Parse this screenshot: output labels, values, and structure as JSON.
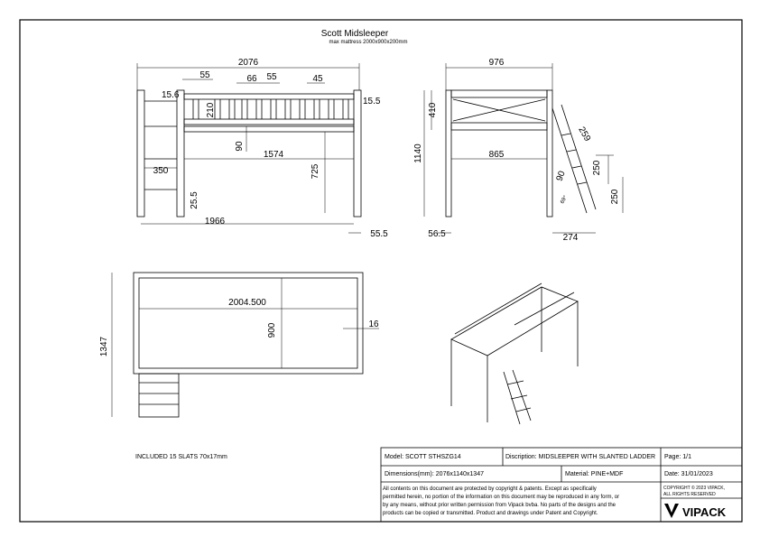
{
  "title": "Scott Midsleeper",
  "subtitle": "max mattress 2000x900x200mm",
  "front_view": {
    "overall_width": "2076",
    "slat_gap": "55",
    "rail_spacing_1": "66",
    "rail_spacing_2": "55",
    "rail_spacing_3": "45",
    "post_left": "15.6",
    "post_right": "15.5",
    "guard_height": "210",
    "rail_offset": "90",
    "inner_length": "1574",
    "ladder_width": "350",
    "deck_height": "725",
    "foot": "25.5",
    "base_length": "1966",
    "post_section": "55.5"
  },
  "side_view": {
    "overall_width": "976",
    "guard_height": "410",
    "total_height": "1140",
    "inner_width": "865",
    "ladder_length": "259",
    "ladder_step": "250",
    "ladder_angle": "90",
    "ladder_angle_b": "69°",
    "ladder_foot": "250",
    "post_section": "56.5",
    "ladder_base": "274"
  },
  "top_view": {
    "inner_length": "2004.500",
    "inner_width": "900",
    "total_depth": "1347",
    "rail": "16"
  },
  "notes": {
    "slats": "INCLUDED 15 SLATS  70x17mm"
  },
  "title_block": {
    "model": "Model: SCOTT STHSZG14",
    "description": "Discription: MIDSLEEPER WITH SLANTED LADDER",
    "page": "Page: 1/1",
    "dimensions": "Dimensions(mm): 2076x1140x1347",
    "material": "Material: PINE+MDF",
    "date": "Date: 31/01/2023",
    "disclaimer_1": "All contents on this document are protected by copyright & patents. Except as specifically",
    "disclaimer_2": "permitted herein, no portion of the information on this document may be reproduced in any form, or",
    "disclaimer_3": "by any means, without prior written permission from Vipack bvba. No parts of the designs and the",
    "disclaimer_4": "products can be copied or transmitted. Product and drawings under Patent and Copyright.",
    "copyright_1": "COPYRIGHT © 2023 VIPACK,",
    "copyright_2": "ALL RIGHTS RESERVED",
    "brand": "VIPACK"
  }
}
